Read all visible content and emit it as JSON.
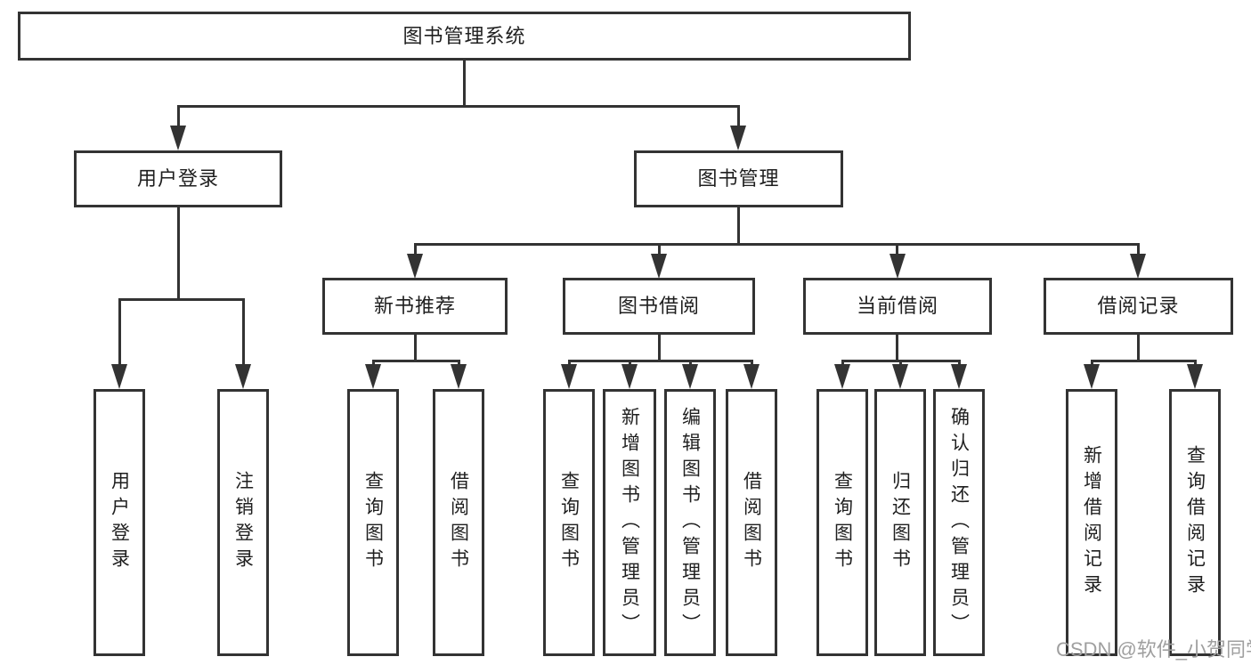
{
  "colors": {
    "line": "#333333",
    "box_border": "#333333",
    "box_background": "#ffffff",
    "text": "#1f1f1f",
    "watermark": "#9f9f9f",
    "page_background": "#ffffff"
  },
  "watermark": "CSDN @软件_小贺同学",
  "tree": {
    "label": "图书管理系统",
    "children": [
      {
        "label": "用户登录",
        "children": [
          {
            "label": "用户登录"
          },
          {
            "label": "注销登录"
          }
        ]
      },
      {
        "label": "图书管理",
        "children": [
          {
            "label": "新书推荐",
            "children": [
              {
                "label": "查询图书"
              },
              {
                "label": "借阅图书"
              }
            ]
          },
          {
            "label": "图书借阅",
            "children": [
              {
                "label": "查询图书"
              },
              {
                "label": "新增图书（管理员）"
              },
              {
                "label": "编辑图书（管理员）"
              },
              {
                "label": "借阅图书"
              }
            ]
          },
          {
            "label": "当前借阅",
            "children": [
              {
                "label": "查询图书"
              },
              {
                "label": "归还图书"
              },
              {
                "label": "确认归还（管理员）"
              }
            ]
          },
          {
            "label": "借阅记录",
            "children": [
              {
                "label": "新增借阅记录"
              },
              {
                "label": "查询借阅记录"
              }
            ]
          }
        ]
      }
    ]
  }
}
